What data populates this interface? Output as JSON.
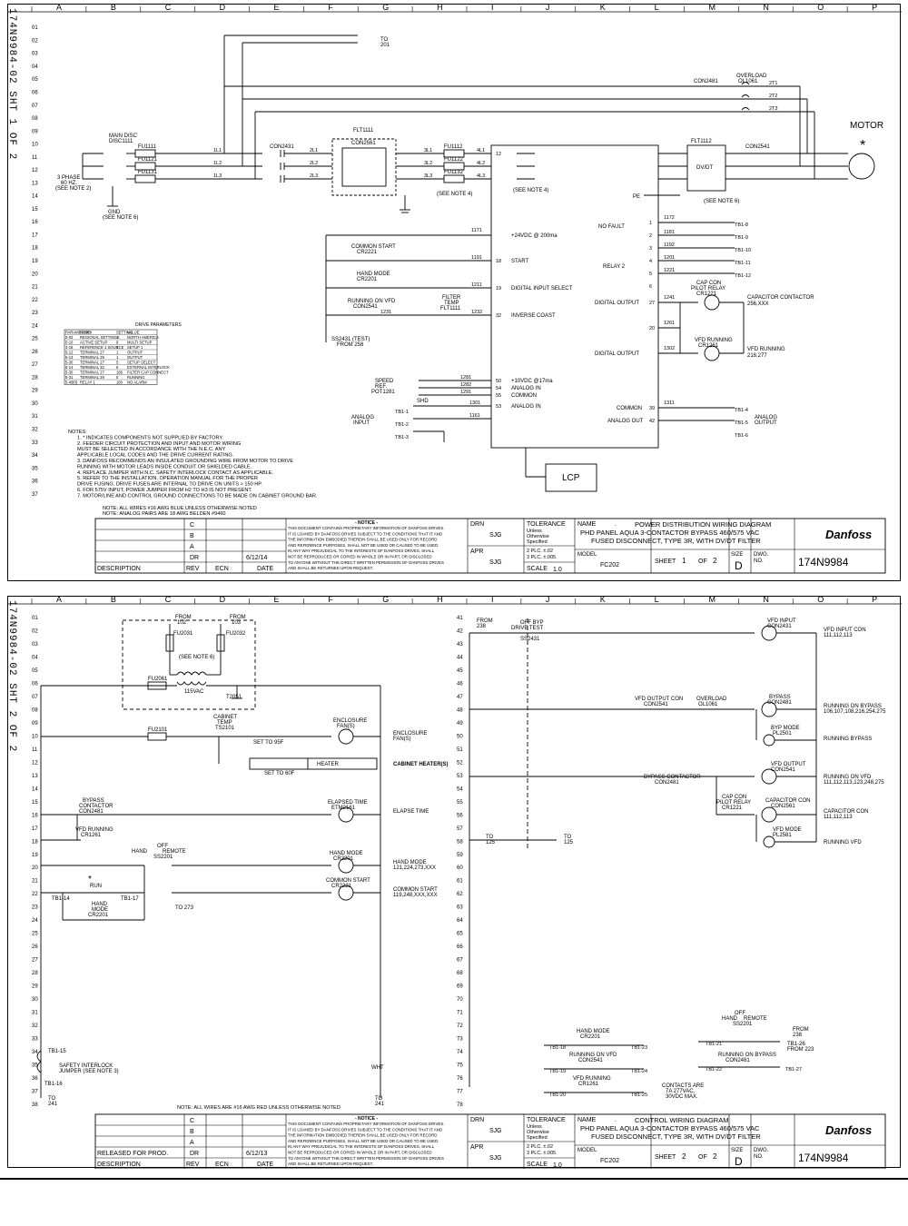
{
  "columns": [
    "A",
    "B",
    "C",
    "D",
    "E",
    "F",
    "G",
    "H",
    "I",
    "J",
    "K",
    "L",
    "M",
    "N",
    "O",
    "P"
  ],
  "sheet1": {
    "side_label": "174N9984-02 SHT 1 OF 2",
    "rows": [
      "01",
      "02",
      "03",
      "04",
      "05",
      "06",
      "07",
      "08",
      "09",
      "10",
      "11",
      "12",
      "13",
      "14",
      "15",
      "16",
      "17",
      "18",
      "19",
      "20",
      "21",
      "22",
      "23",
      "24",
      "25",
      "26",
      "27",
      "28",
      "29",
      "30",
      "31",
      "32",
      "33",
      "34",
      "35",
      "36",
      "37"
    ],
    "labels": {
      "motor": "MOTOR",
      "star": "*",
      "main_disc": "MAIN DISC",
      "disc": "DISC1111",
      "three_phase": "3 PHASE",
      "hz": "60 HZ.",
      "see_note2": "(SEE NOTE 2)",
      "gnd": "GND",
      "see_note6": "(SEE NOTE 6)",
      "see_note4a": "(SEE NOTE 4)",
      "see_note4b": "(SEE NOTE 4)",
      "see_note6b": "(SEE NOTE 6)",
      "to201": "TO",
      "to201b": "201",
      "fu1111": "FU1111",
      "fu1121": "FU1121",
      "fu1131": "FU1131",
      "con2431": "CON2431",
      "con2561": "CON2561",
      "flt1111": "FLT1111",
      "fu1112": "FU1112",
      "fu1122": "FU1122",
      "fu1132": "FU1132",
      "con2481": "CON2481",
      "overload": "OVERLOAD",
      "ol1061": "OL1061",
      "flt1112": "FLT1112",
      "con2541": "CON2541",
      "dvdt": "DV/DT",
      "v24": "+24VDC @ 200ma",
      "start": "START",
      "dig_in_sel": "DIGITAL INPUT SELECT",
      "inv_coast": "INVERSE COAST",
      "v10": "+10VDC @17ma",
      "analog_in": "ANALOG IN",
      "common": "COMMON",
      "analog_in2": "ANALOG IN",
      "no_fault": "NO FAULT",
      "relay2": "RELAY 2",
      "digital_out1": "DIGITAL OUTPUT",
      "digital_out2": "DIGITAL OUTPUT",
      "common_out": "COMMON",
      "analog_out": "ANALOG OUT",
      "analog_output": "ANALOG",
      "analog_output2": "OUTPUT",
      "analog_input": "ANALOG",
      "analog_input2": "INPUT",
      "cap_con": "CAP CON",
      "pilot_relay": "PILOT RELAY",
      "cr1221": "CR1221",
      "capacitor_contactor": "CAPACITOR CONTACTOR",
      "cap_refs": "256,XXX",
      "vfd_running": "VFD RUNNING",
      "cr1261": "CR1261",
      "vfd_running2": "VFD RUNNING",
      "vfd_refs": "218,277",
      "common_start": "COMMON START",
      "cr2221": "CR2221",
      "hand_mode": "HAND MODE",
      "cr2201": "CR2201",
      "running_on_vfd": "RUNNING ON VFD",
      "con2541b": "CON2541",
      "filter": "FILTER",
      "temp": "TEMP",
      "flt1111b": "FLT1111",
      "ss2431": "SS2431 (TEST)",
      "from258": "FROM 258",
      "drive_params": "DRIVE PARAMETERS",
      "speed_ref": "SPEED",
      "speed_ref2": "REF.",
      "pot1281": "POT1281",
      "shd": "SHD",
      "lcp": "LCP",
      "pe": "PE"
    },
    "wire_numbers": [
      "1L1",
      "1L2",
      "1L3",
      "2L1",
      "2L2",
      "2L3",
      "3L1",
      "3L2",
      "3L3",
      "4L1",
      "4L2",
      "4L3",
      "2T1",
      "2T2",
      "2T3",
      "1171",
      "1191",
      "1211",
      "1232",
      "1231",
      "1281",
      "1282",
      "1291",
      "1301",
      "1161",
      "1172",
      "1181",
      "1192",
      "1201",
      "1221",
      "1241",
      "1261",
      "1302",
      "1311"
    ],
    "terminals_vfd_left": [
      "12",
      "18",
      "19",
      "32",
      "50",
      "54",
      "55",
      "53"
    ],
    "terminals_vfd_right": [
      "1",
      "2",
      "3",
      "4",
      "5",
      "6",
      "27",
      "20",
      "39",
      "42"
    ],
    "tb_labels": [
      "TB1-8",
      "TB1-9",
      "TB1-10",
      "TB1-11",
      "TB1-12",
      "TB1-1",
      "TB1-2",
      "TB1-3",
      "TB1-4",
      "TB1-5",
      "TB1-6"
    ],
    "params_table": {
      "headers": [
        "PARAMETER #",
        "NAME",
        "SETTING",
        "VALUE"
      ],
      "rows": [
        [
          "0-03",
          "REGIONAL SETTINGS",
          "1",
          "NORTH AMERICA"
        ],
        [
          "0-10",
          "ACTIVE SETUP",
          "9",
          "MULTI SETUP"
        ],
        [
          "3-15",
          "REFERENCE 1 SOURCE",
          "1",
          "SETUP 1"
        ],
        [
          "5-12",
          "TERMINAL 27",
          "1",
          "OUTPUT"
        ],
        [
          "5-13",
          "TERMINAL 29",
          "1",
          "OUTPUT"
        ],
        [
          "5-30",
          "TERMINAL 27",
          "5",
          "SETUP SELECT"
        ],
        [
          "5-14",
          "TERMINAL 32",
          "5",
          "EXTERNAL INTERLOCK"
        ],
        [
          "5-30",
          "TERMINAL 27",
          "166",
          "FILTER CAP CONNECT"
        ],
        [
          "5-31",
          "TERMINAL 29",
          "5",
          "RUNNING"
        ],
        [
          "5-40[0]",
          "RELAY 1",
          "160",
          "NO ALARM"
        ]
      ]
    },
    "notes": [
      "NOTES:",
      "1. * INDICATES COMPONENTS NOT SUPPLIED BY FACTORY.",
      "2. FEEDER CIRCUIT PROTECTION AND INPUT AND MOTOR WIRING",
      "   MUST BE SELECTED IN ACCORDANCE WITH THE N.E.C. ANY",
      "   APPLICABLE LOCAL CODES AND THE DRIVE CURRENT RATING.",
      "3. DANFOSS RECOMMENDS AN INSULATED GROUNDING WIRE FROM MOTOR TO DRIVE",
      "   RUNNING WITH MOTOR LEADS INSIDE CONDUIT OR SHIELDED CABLE.",
      "4. REPLACE JUMPER WITH N.C. SAFETY INTERLOCK CONTACT AS APPLICABLE.",
      "5. REFER TO THE INSTALLATION, OPERATION MANUAL FOR THE PROPER",
      "   DRIVE FUSING. DRIVE FUSES ARE INTERNAL TO DRIVE ON UNITS > 150 HP.",
      "6. FOR 575V INPUT, POWER JUMPER FROM H2 TO H3 IS NOT PRESENT.",
      "7. MOTOR/LINE AND CONTROL GROUND CONNECTIONS TO BE MADE ON CABINET GROUND BAR."
    ],
    "bottom_note1": "NOTE:   ALL WIRES #16 AWG BLUE UNLESS OTHERWISE NOTED",
    "bottom_note2": "NOTE:   ANALOG PAIRS ARE 18 AWG BELDEN #9460",
    "title_block": {
      "rev_rows": [
        {
          "rev": "C",
          "ecn": "",
          "date": ""
        },
        {
          "rev": "B",
          "ecn": "",
          "date": ""
        },
        {
          "rev": "A",
          "ecn": "",
          "date": ""
        },
        {
          "rev": "DR",
          "ecn": "",
          "date": "6/12/14"
        }
      ],
      "hdr_description": "DESCRIPTION",
      "hdr_rev": "REV",
      "hdr_ecn": "ECN",
      "hdr_date": "DATE",
      "release_desc": "",
      "notice_title": "- NOTICE -",
      "notice_lines": [
        "THIS DOCUMENT CONTAINS PROPRIETARY INFORMATION OF DANFOSS DRIVES.",
        "IT IS LOANED BY DANFOSS DRIVES SUBJECT TO THE CONDITIONS THAT IT AND",
        "THE INFORMATION EMBODIED THEREIN SHALL BE USED ONLY FOR RECORD",
        "AND REFERENCE PURPOSES, SHALL NOT BE USED OR CAUSED TO BE USED",
        "IN ANY WAY PREJUDICIAL TO THE INTERESTS OF DANFOSS DRIVES, SHALL",
        "NOT BE REPRODUCED OR COPIED IN WHOLE OR IN PART, OR DISCLOSED",
        "TO ANYONE WITHOUT THE DIRECT WRITTEN PERMISSION OF DANFOSS DRIVES",
        "AND SHALL BE RETURNED UPON REQUEST."
      ],
      "drn": "DRN",
      "drn_val": "SJG",
      "apr": "APR",
      "apr_val": "SJG",
      "tolerance": "TOLERANCE",
      "tol1": "Unless",
      "tol2": "Otherwise",
      "tol3": "Specified",
      "tol4": "2 PLC. ±.02",
      "tol5": "3 PLC. ±.005",
      "scale": "SCALE",
      "scale_val": "1.0",
      "name_lbl": "NAME",
      "name_dot": ".",
      "title1": "POWER DISTRIBUTION WIRING DIAGRAM",
      "title2": "PHD PANEL AQUA 3-CONTACTOR BYPASS 460/575 VAC",
      "title3": "FUSED DISCONNECT, TYPE 3R, WITH DV/DT FILTER",
      "model_lbl": "MODEL",
      "model_val": "FC202",
      "sheet_lbl": "SHEET",
      "sheet_num": "1",
      "of_lbl": "OF",
      "sheet_total": "2",
      "size_lbl": "SIZE",
      "size_val": "D",
      "dwg_lbl": "DWG.",
      "no_lbl": "NO.",
      "dwg_val": "174N9984",
      "logo": "Danfoss"
    }
  },
  "sheet2": {
    "side_label": "174N9984-02 SHT 2 OF 2",
    "rows": [
      "01",
      "02",
      "03",
      "04",
      "05",
      "06",
      "07",
      "08",
      "09",
      "10",
      "11",
      "12",
      "13",
      "14",
      "15",
      "16",
      "17",
      "18",
      "19",
      "20",
      "21",
      "22",
      "23",
      "24",
      "25",
      "26",
      "27",
      "28",
      "29",
      "30",
      "31",
      "32",
      "33",
      "34",
      "35",
      "36",
      "37",
      "38"
    ],
    "rows_right": [
      "41",
      "42",
      "43",
      "44",
      "45",
      "46",
      "47",
      "48",
      "49",
      "50",
      "51",
      "52",
      "53",
      "54",
      "55",
      "56",
      "57",
      "58",
      "59",
      "60",
      "61",
      "62",
      "63",
      "64",
      "65",
      "66",
      "67",
      "68",
      "69",
      "70",
      "71",
      "72",
      "73",
      "74",
      "75",
      "76",
      "77",
      "78"
    ],
    "labels": {
      "from102": "FROM",
      "from102b": "102",
      "from103": "FROM",
      "from103b": "103",
      "fu2031": "FU2031",
      "fu2032": "FU2032",
      "see_note6": "(SEE NOTE 6)",
      "vac115": "115VAC",
      "t2051": "T2051",
      "fu2061": "FU2061",
      "fu2101": "FU2101",
      "cabinet": "CABINET",
      "temp": "TEMP",
      "ts2101": "TS2101",
      "set95": "SET TO 95F",
      "set60": "SET TO 60F",
      "heater": "HEATER",
      "enclosure": "ENCLOSURE",
      "fans": "FAN(S)",
      "enclosure_fans": "ENCLOSURE",
      "enclosure_fans2": "FAN(S)",
      "cabinet_heaters": "CABINET HEATER(S)",
      "bypass_contactor": "BYPASS",
      "contactor": "CONTACTOR",
      "con2481": "CON2481",
      "vfd_running": "VFD RUNNING",
      "cr1261": "CR1261",
      "elapsed_time": "ELAPSED TIME",
      "etm2161": "ETM2161",
      "elapse_time": "ELAPSE TIME",
      "hand_lbl": "HAND",
      "off_lbl": "OFF",
      "remote_lbl": "REMOTE",
      "ss2201": "SS2201",
      "hand_mode": "HAND MODE",
      "cr2201": "CR2201",
      "hand_mode_refs": "HAND MODE",
      "hand_mode_refs2": "121,224,273,XXX",
      "common_start": "COMMON START",
      "cr2221": "CR2221",
      "common_start_refs": "COMMON START",
      "common_start_refs2": "119,248,XXX,XXX",
      "run": "RUN",
      "star": "*",
      "tb1_14": "TB1-14",
      "tb1_17": "TB1-17",
      "to273": "TO 273",
      "hand_mode_c": "HAND",
      "mode_c": "MODE",
      "cr2201c": "CR2201",
      "safety": "SAFETY INTERLOCK",
      "jumper": "JUMPER (SEE NOTE 3)",
      "tb1_15": "TB1-15",
      "tb1_16": "TB1-16",
      "to241": "TO",
      "to241b": "241",
      "to241c": "TO",
      "to241d": "241",
      "wht": "WHT",
      "off_drive_byp": "OFF  BYP",
      "drive_test": "DRIVE    TEST",
      "from238": "FROM",
      "from238b": "238",
      "ss2431": "SS2431",
      "vfd_input": "VFD INPUT",
      "con2431": "CON2431",
      "vfd_input_con": "VFD INPUT CON",
      "vfd_input_refs": "111,112,113",
      "vfd_output_con": "VFD OUTPUT CON",
      "con2541": "CON2541",
      "overload": "OVERLOAD",
      "ol1061": "OL1061",
      "bypass": "BYPASS",
      "con2481b": "CON2481",
      "running_on_bypass": "RUNNING ON BYPASS",
      "running_on_bypass_refs": "106,107,108,216,254,275",
      "byp_mode": "BYP MODE",
      "pl2501": "PL2501",
      "running_bypass": "RUNNING BYPASS",
      "bypass_contactor2": "BYPASS CONTACTOR",
      "con2481c": "CON2481",
      "vfd_output": "VFD OUTPUT",
      "con2541b": "CON2541",
      "running_on_vfd": "RUNNING ON VFD",
      "running_on_vfd_refs": "111,112,113,123,248,275",
      "cap_con": "CAP CON",
      "pilot_relay": "PILOT RELAY",
      "cr1221": "CR1221",
      "capacitor_con": "CAPACITOR CON",
      "con2561": "CON2561",
      "capacitor_con2": "CAPACITOR CON",
      "capacitor_con_refs": "111,112,113",
      "vfd_mode": "VFD MODE",
      "pl2581": "PL2581",
      "running_vfd": "RUNNING VFD",
      "to125": "TO",
      "to125b": "125",
      "to125c": "TO",
      "to125d": "125",
      "off_b": "OFF",
      "hand_b": "HAND",
      "remote_b": "REMOTE",
      "ss2201b": "SS2201",
      "from238_2": "FROM",
      "from238_2b": "238",
      "tb1_26": "TB1-26",
      "from223": "FROM 223",
      "hand_mode_b": "HAND MODE",
      "cr2201b": "CR2201",
      "running_on_vfd_b": "RUNNING ON VFD",
      "con2541c": "CON2541",
      "vfd_running_b": "VFD RUNNING",
      "cr1261b": "CR1261",
      "running_on_bypass_b": "RUNNING ON BYPASS",
      "con2481d": "CON2481",
      "contacts1": "CONTACTS ARE",
      "contacts2": "7A  277VAC,",
      "contacts3": "30VDC MAX."
    },
    "tb_right": [
      "TB1-18",
      "TB1-23",
      "TB1-19",
      "TB1-24",
      "TB1-20",
      "TB1-25",
      "TB1-21",
      "TB1-22",
      "TB1-27"
    ],
    "bottom_note": "NOTE:   ALL WIRES ARE #16 AWG RED UNLESS OTHERWISE NOTED",
    "title_block": {
      "rev_rows": [
        {
          "rev": "C",
          "ecn": "",
          "date": ""
        },
        {
          "rev": "B",
          "ecn": "",
          "date": ""
        },
        {
          "rev": "A",
          "ecn": "",
          "date": ""
        },
        {
          "rev": "DR",
          "ecn": "",
          "date": "6/12/13"
        }
      ],
      "release_desc": "RELEASED FOR PROD.",
      "hdr_description": "DESCRIPTION",
      "hdr_rev": "REV",
      "hdr_ecn": "ECN",
      "hdr_date": "DATE",
      "drn": "DRN",
      "drn_val": "SJG",
      "apr": "APR",
      "apr_val": "SJG",
      "tolerance": "TOLERANCE",
      "tol1": "Unless",
      "tol2": "Otherwise",
      "tol3": "Specified",
      "tol4": "2 PLC. ±.02",
      "tol5": "3 PLC. ±.005",
      "scale": "SCALE",
      "scale_val": "1.0",
      "name_lbl": "NAME",
      "name_dot": ".",
      "title1": "CONTROL WIRING DIAGRAM",
      "title2": "PHD PANEL AQUA 3-CONTACTOR BYPASS 460/575 VAC",
      "title3": "FUSED DISCONNECT, TYPE 3R, WITH DV/DT FILTER",
      "model_lbl": "MODEL",
      "model_val": "FC202",
      "sheet_lbl": "SHEET",
      "sheet_num": "2",
      "of_lbl": "OF",
      "sheet_total": "2",
      "size_lbl": "SIZE",
      "size_val": "D",
      "dwg_lbl": "DWG.",
      "no_lbl": "NO.",
      "dwg_val": "174N9984",
      "logo": "Danfoss"
    }
  }
}
